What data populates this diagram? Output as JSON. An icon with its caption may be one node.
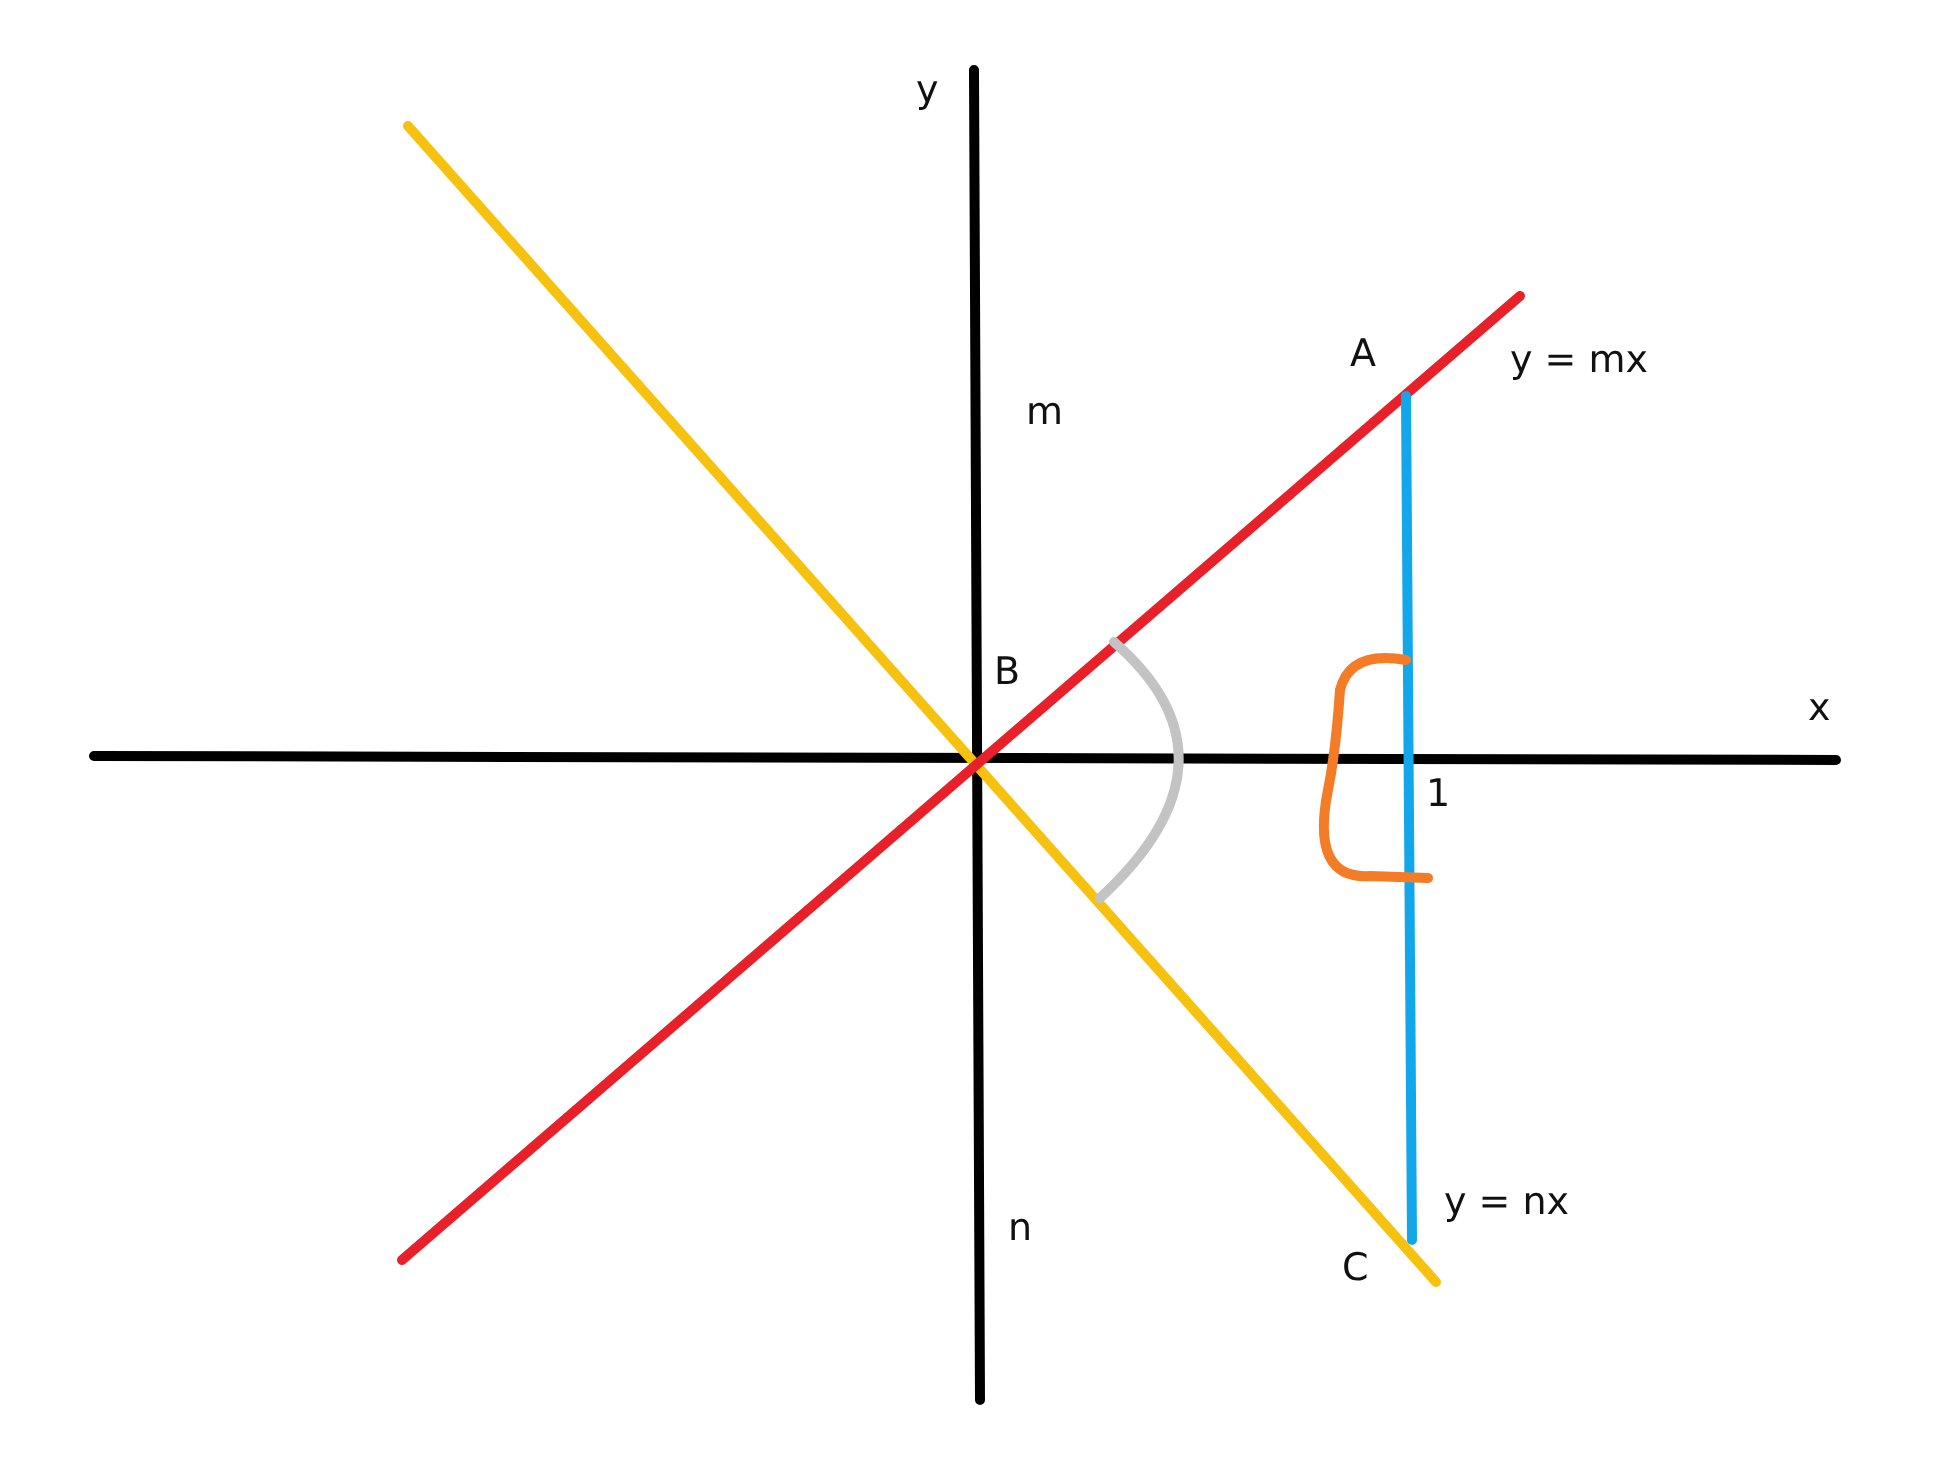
{
  "diagram": {
    "labels": [
      "y",
      "A",
      "y = mx",
      "m",
      "B",
      "x",
      "1",
      "y = nx",
      "n",
      "C"
    ]
  }
}
